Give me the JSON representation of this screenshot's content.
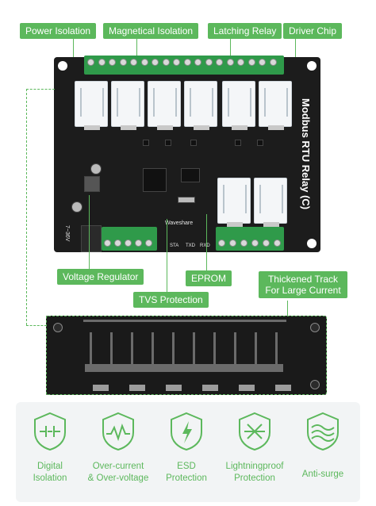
{
  "callouts": {
    "power_isolation": "Power Isolation",
    "magnetical_isolation": "Magnetical Isolation",
    "latching_relay": "Latching Relay",
    "driver_chip": "Driver Chip",
    "voltage_regulator": "Voltage Regulator",
    "eprom": "EPROM",
    "thickened_track": "Thickened Track\nFor Large Current",
    "tvs_protection": "TVS Protection"
  },
  "board": {
    "title": "Modbus RTU Relay (C)",
    "brand": "Waveshare",
    "voltage": "7~36V",
    "silk_sta": "STA",
    "silk_txd": "TXD",
    "silk_rxd": "RXD"
  },
  "features": [
    {
      "icon": "digital-isolation-icon",
      "label": "Digital\nIsolation"
    },
    {
      "icon": "over-current-icon",
      "label": "Over-current\n& Over-voltage"
    },
    {
      "icon": "esd-protection-icon",
      "label": "ESD\nProtection"
    },
    {
      "icon": "lightningproof-icon",
      "label": "Lightningproof\nProtection"
    },
    {
      "icon": "anti-surge-icon",
      "label": "Anti-surge"
    }
  ],
  "colors": {
    "accent": "#5cb85c",
    "board": "#1c1c1c",
    "terminal": "#2f9a4a"
  }
}
